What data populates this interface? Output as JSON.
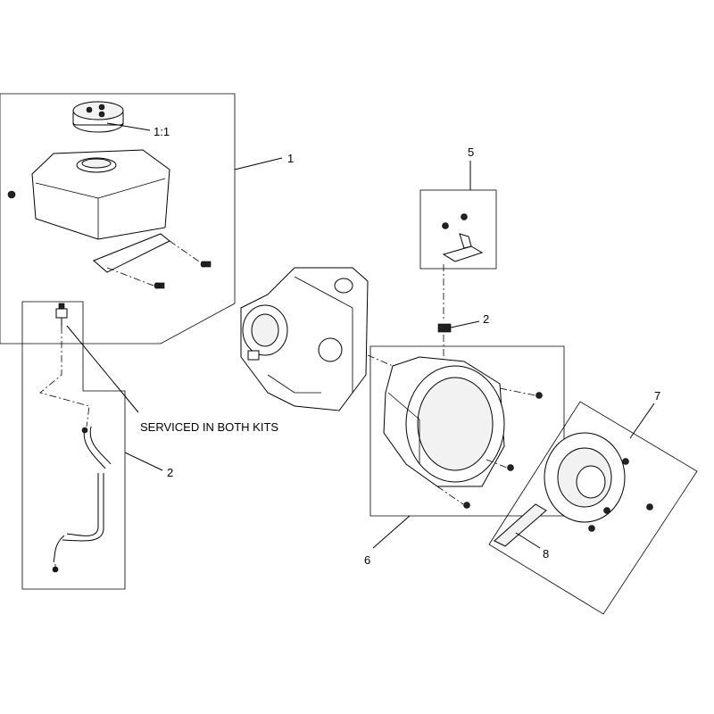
{
  "callouts": {
    "c1": "1",
    "c1_1": "1:1",
    "c2_left": "2",
    "c2_right": "2",
    "c5": "5",
    "c6": "6",
    "c7": "7",
    "c8": "8"
  },
  "note": "SERVICED IN BOTH KITS"
}
